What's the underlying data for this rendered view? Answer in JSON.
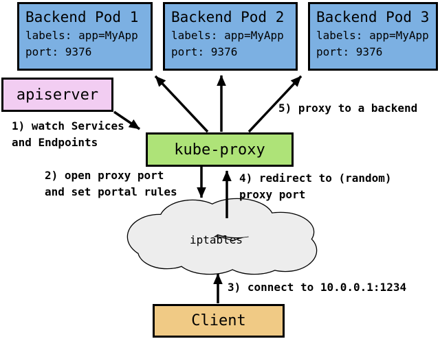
{
  "pods": [
    {
      "title": "Backend Pod 1",
      "labels_line": "labels: app=MyApp",
      "port_line": "port: 9376"
    },
    {
      "title": "Backend Pod 2",
      "labels_line": "labels: app=MyApp",
      "port_line": "port: 9376"
    },
    {
      "title": "Backend Pod 3",
      "labels_line": "labels: app=MyApp",
      "port_line": "port: 9376"
    }
  ],
  "apiserver": {
    "label": "apiserver"
  },
  "kube_proxy": {
    "label": "kube-proxy"
  },
  "iptables": {
    "label": "iptables"
  },
  "client": {
    "label": "Client"
  },
  "annotations": {
    "step1": "1) watch Services\nand Endpoints",
    "step2": "2) open proxy port\nand set portal rules",
    "step3": "3) connect to 10.0.0.1:1234",
    "step4": "4) redirect to (random)\nproxy port",
    "step5": "5) proxy to a backend"
  },
  "colors": {
    "pod_blue": "#7cb0e2",
    "apiserver_pink": "#f2cdf2",
    "kube_proxy_green": "#aee378",
    "client_tan": "#f0ca85",
    "cloud_gray": "#ededed",
    "line_black": "#000000"
  }
}
